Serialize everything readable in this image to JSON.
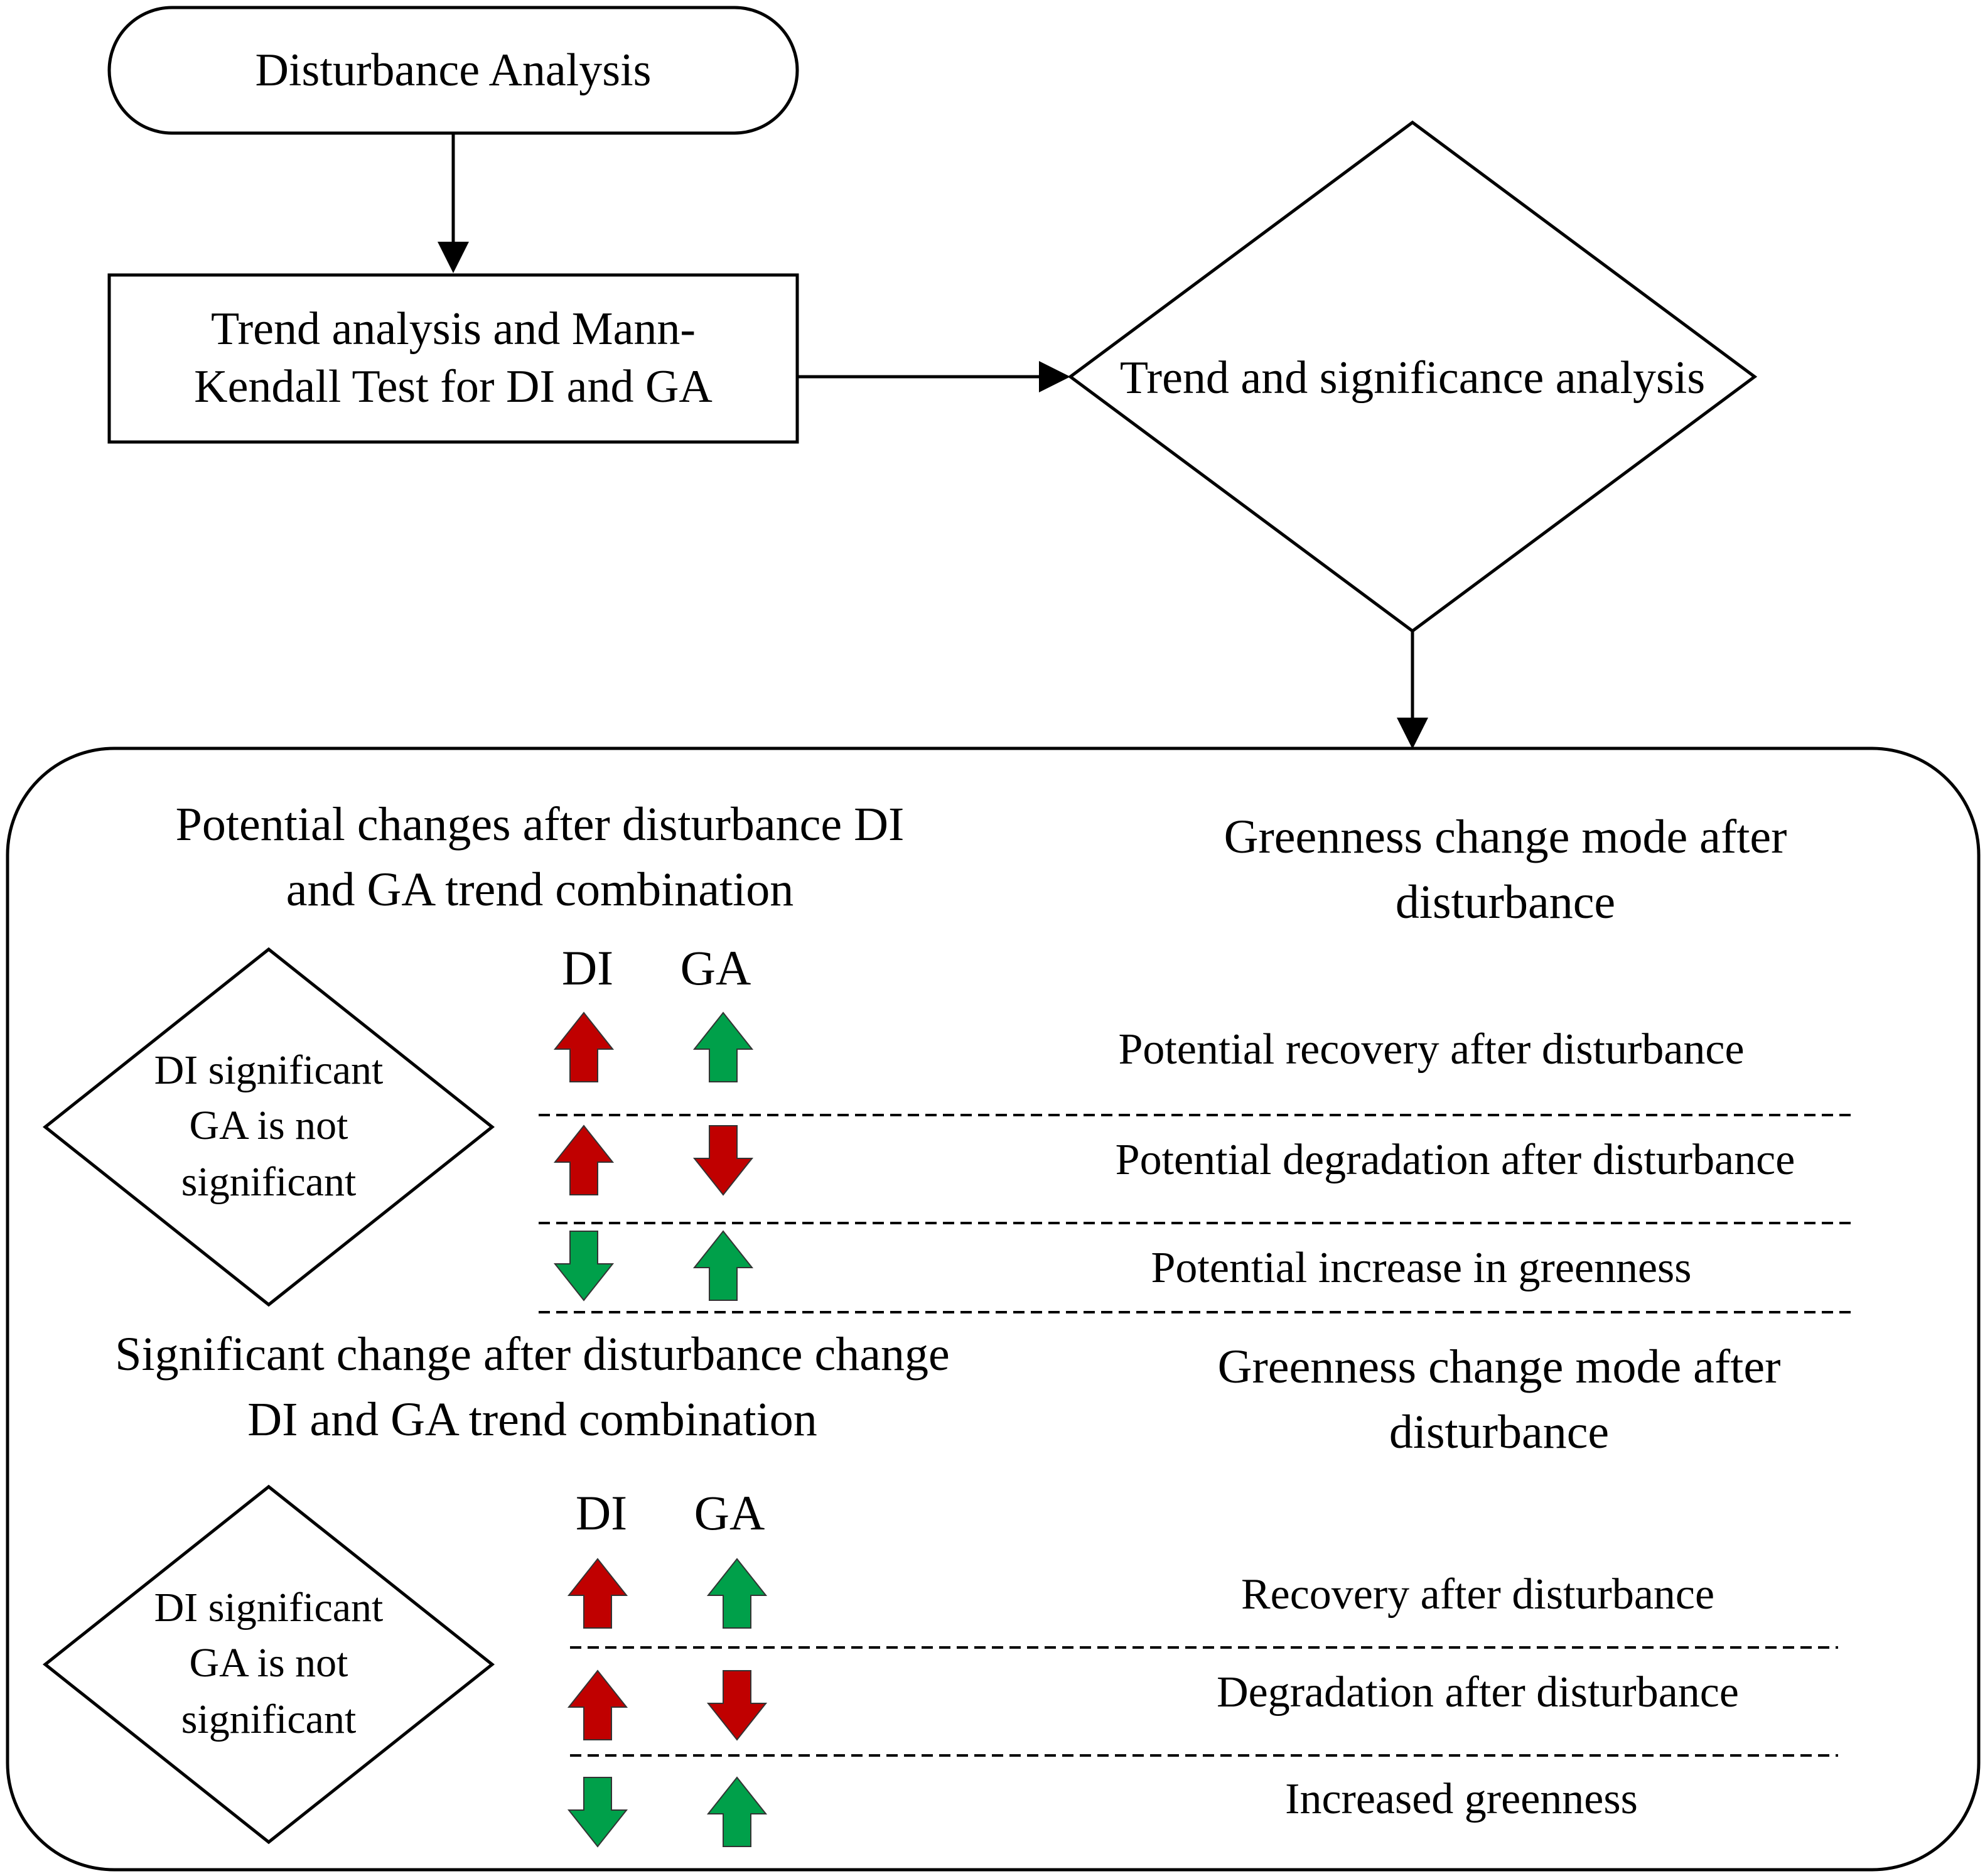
{
  "nodes": {
    "start": "Disturbance Analysis",
    "process": [
      "Trend analysis and Mann-",
      "Kendall Test for DI and GA"
    ],
    "decision": "Trend and significance analysis"
  },
  "section1": {
    "header_left": [
      "Potential changes after disturbance DI",
      "and GA trend combination"
    ],
    "header_right": [
      "Greenness change mode after",
      "disturbance"
    ],
    "diamond": [
      "DI significant",
      "GA is not",
      "significant"
    ],
    "col_di": "DI",
    "col_ga": "GA",
    "rows": [
      {
        "label": "Potential recovery after disturbance",
        "di": "up",
        "ga": "up"
      },
      {
        "label": "Potential degradation after disturbance",
        "di": "up",
        "ga": "down"
      },
      {
        "label": "Potential increase in greenness",
        "di": "down",
        "ga": "up"
      }
    ]
  },
  "section2": {
    "header_left": [
      "Significant change after disturbance change",
      "DI and GA trend combination"
    ],
    "header_right": [
      "Greenness change mode after",
      "disturbance"
    ],
    "diamond": [
      "DI significant",
      "GA is not",
      "significant"
    ],
    "col_di": "DI",
    "col_ga": "GA",
    "rows": [
      {
        "label": "Recovery after disturbance",
        "di": "up",
        "ga": "up"
      },
      {
        "label": "Degradation after disturbance",
        "di": "up",
        "ga": "down"
      },
      {
        "label": "Increased greenness",
        "di": "down",
        "ga": "up"
      }
    ]
  },
  "colors": {
    "up_di": "#c00000",
    "down_ga": "#c00000",
    "up_ga": "#00a04a",
    "down_di": "#00a04a"
  }
}
